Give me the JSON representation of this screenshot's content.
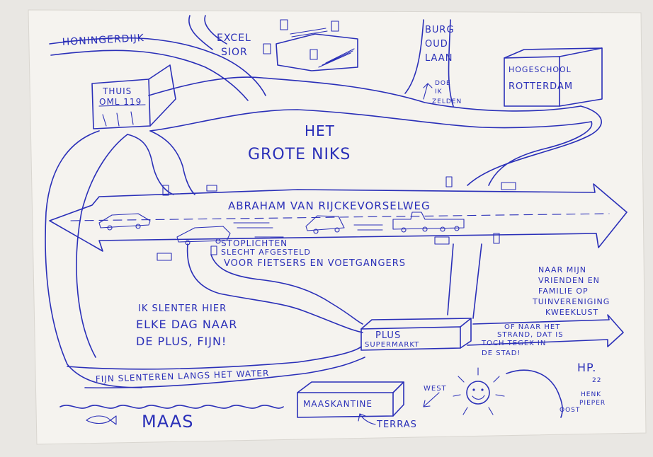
{
  "labels": {
    "honingerdijk": "HONINGERDIJK",
    "excelsior_line1": "EXCEL",
    "excelsior_line2": "SIOR",
    "burg_line1": "BURG",
    "burg_line2": "OUD",
    "burg_line3": "LAAN",
    "doe_ik_zelden_line1": "DOE",
    "doe_ik_zelden_line2": "IK",
    "doe_ik_zelden_line3": "ZELDEN",
    "hogeschool_line1": "HOGESCHOOL",
    "hogeschool_line2": "ROTTERDAM",
    "thuis_line1": "THUIS",
    "thuis_line2": "OML 119",
    "het_grote_niks_line1": "HET",
    "het_grote_niks_line2": "GROTE NIKS",
    "road_name": "ABRAHAM VAN RIJCKEVORSELWEG",
    "stoplichten_line1": "STOPLICHTEN",
    "stoplichten_line2": "SLECHT AFGESTELD",
    "stoplichten_line3": "VOOR FIETSERS EN VOETGANGERS",
    "vrienden_line1": "NAAR MIJN",
    "vrienden_line2": "VRIENDEN EN",
    "vrienden_line3": "FAMILIE OP",
    "vrienden_line4": "TUINVERENIGING",
    "vrienden_line5": "KWEEKLUST",
    "slenter_line1": "IK SLENTER HIER",
    "slenter_line2": "ELKE DAG NAAR",
    "slenter_line3": "DE PLUS, FIJN!",
    "plus_line1": "PLUS",
    "plus_line2": "SUPERMARKT",
    "strand_line1": "OF NAAR HET",
    "strand_line2": "STRAND, DAT IS",
    "strand_line3": "TOCH TEGEK IN",
    "strand_line4": "DE STAD!",
    "water_path": "FIJN SLENTEREN LANGS HET WATER",
    "maaskantine": "MAASKANTINE",
    "terras": "TERRAS",
    "maas": "MAAS",
    "west": "WEST",
    "oost": "OOST",
    "signature_initials": "HP.",
    "signature_year": "22",
    "signature_name_line1": "HENK",
    "signature_name_line2": "PIEPER"
  },
  "colors": {
    "ink": "#2a2fb8",
    "paper": "#f5f3ef"
  }
}
